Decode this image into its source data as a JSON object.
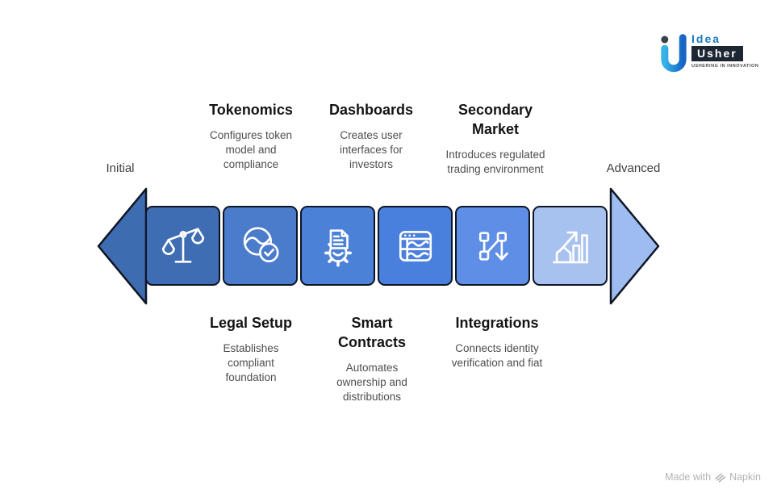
{
  "canvas": {
    "background": "#ffffff"
  },
  "logo": {
    "idea": "Idea",
    "usher": "Usher",
    "tagline": "USHERING IN INNOVATION",
    "colors": {
      "u_gradient_start": "#35b3e8",
      "u_gradient_end": "#1565c5",
      "dot": "#3a4248",
      "idea_text": "#1a7ac2",
      "usher_bg": "#1c2733",
      "usher_text": "#ffffff"
    }
  },
  "timeline": {
    "left_label": "Initial",
    "right_label": "Advanced"
  },
  "top_steps": [
    {
      "title": "Tokenomics",
      "description": "Configures token model and compliance"
    },
    {
      "title": "Dashboards",
      "description": "Creates user interfaces for investors"
    },
    {
      "title": "Secondary Market",
      "description": "Introduces regulated trading environment"
    }
  ],
  "bottom_steps": [
    {
      "title": "Legal Setup",
      "description": "Establishes compliant foundation"
    },
    {
      "title": "Smart Contracts",
      "description": "Automates ownership and distributions"
    },
    {
      "title": "Integrations",
      "description": "Connects identity verification and fiat"
    }
  ],
  "segments": [
    {
      "label": "Legal Setup",
      "icon": "balance-scale-icon",
      "color": "#3F6DB3"
    },
    {
      "label": "Tokenomics",
      "icon": "token-check-icon",
      "color": "#4A7CCB"
    },
    {
      "label": "Smart Contracts",
      "icon": "contract-gear-icon",
      "color": "#4C81D8"
    },
    {
      "label": "Dashboards",
      "icon": "dashboard-icon",
      "color": "#4A80DD"
    },
    {
      "label": "Integrations",
      "icon": "flow-icon",
      "color": "#5F8EE6"
    },
    {
      "label": "Secondary Market",
      "icon": "growth-chart-icon",
      "color": "#A8C2F0"
    }
  ],
  "arrow": {
    "left_head_color": "#3E6CB1",
    "right_head_color": "#9FBCF1",
    "outline": "#0f1523"
  },
  "footer": {
    "made_with": "Made with",
    "brand": "Napkin"
  }
}
